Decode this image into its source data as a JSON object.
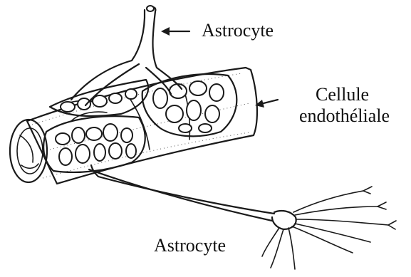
{
  "labels": {
    "astrocyte_top": "Astrocyte",
    "endothelial_line1": "Cellule",
    "endothelial_line2": "endothéliale",
    "astrocyte_bottom": "Astrocyte"
  }
}
